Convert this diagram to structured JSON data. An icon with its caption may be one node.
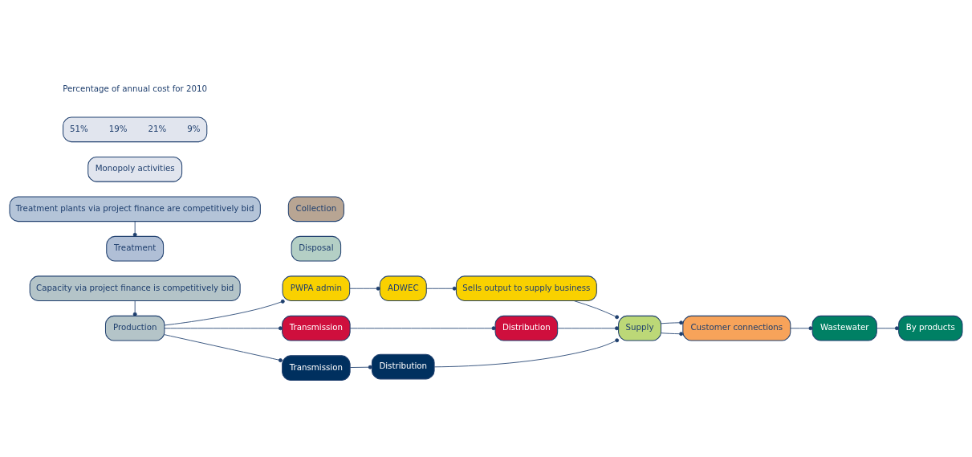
{
  "diagram": {
    "nodes": [
      {
        "text": [
          "Capacity via project finance is competitively bid"
        ]
      },
      {
        "text": [
          "Treatment plants via project finance are competitively bid"
        ]
      },
      {
        "text": [
          "PWPA admin"
        ]
      },
      {
        "text": [
          "ADWEC"
        ]
      },
      {
        "text": [
          "Sells output to supply business"
        ]
      },
      {
        "text": [
          "Production"
        ]
      },
      {
        "text": [
          "Transmission"
        ]
      },
      {
        "text": [
          "Distribution"
        ]
      },
      {
        "text": [
          "Supply"
        ]
      },
      {
        "text": [
          "Customer connections"
        ]
      },
      {
        "text": [
          "Collection"
        ]
      },
      {
        "text": [
          "Treatment"
        ]
      },
      {
        "text": [
          "Disposal"
        ]
      },
      {
        "text": [
          "Transmission"
        ]
      },
      {
        "text": [
          "Distribution"
        ]
      },
      {
        "text": [
          "Wastewater"
        ]
      },
      {
        "text": [
          "By products"
        ]
      },
      {
        "text": [
          "51%",
          "19%",
          "21%",
          "9%"
        ]
      },
      {
        "text": [
          "Monopoly activities"
        ]
      }
    ],
    "edges": [
      {
        "from": 0,
        "to": 5,
        "arrow": "other"
      },
      {
        "from": 5,
        "to": 2,
        "arrow": "other"
      },
      {
        "from": 2,
        "to": 3,
        "arrow": "other"
      },
      {
        "from": 3,
        "to": 4,
        "arrow": "other"
      },
      {
        "from": 4,
        "to": 8,
        "arrow": "other"
      },
      {
        "from": 5,
        "to": 6,
        "arrow": "other"
      },
      {
        "from": 6,
        "to": 7,
        "arrow": "other"
      },
      {
        "from": 7,
        "to": 8,
        "arrow": "other"
      },
      {
        "from": 8,
        "to": 9,
        "arrow": "other"
      },
      {
        "from": 5,
        "to": 13,
        "arrow": "other"
      },
      {
        "from": 13,
        "to": 14,
        "arrow": "other"
      },
      {
        "from": 14,
        "to": 8,
        "arrow": "other"
      },
      {
        "from": 8,
        "to": 9,
        "arrow": "other"
      },
      {
        "from": 9,
        "to": 15,
        "arrow": "other"
      },
      {
        "from": 15,
        "to": 16,
        "arrow": "other"
      },
      {
        "from": 1,
        "to": 11,
        "arrow": "other"
      }
    ],
    "labels": [
      "Percentage of annual cost for 2010"
    ]
  }
}
